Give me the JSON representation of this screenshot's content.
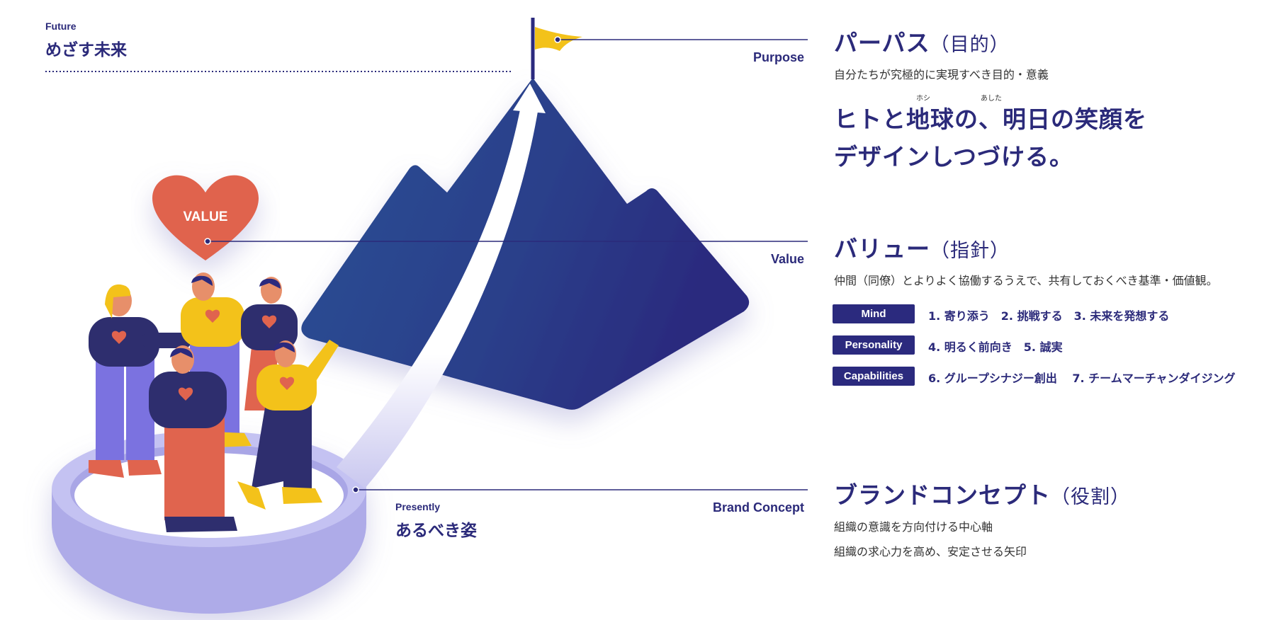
{
  "future": {
    "label_en": "Future",
    "label_jp": "めざす未来"
  },
  "presently": {
    "label_en": "Presently",
    "label_jp": "あるべき姿"
  },
  "heart_label": "VALUE",
  "purpose": {
    "pointer_label": "Purpose",
    "title": "パーパス",
    "title_paren": "（目的）",
    "description": "自分たちが究極的に実現すべき目的・意義",
    "ruby_1": "ホシ",
    "ruby_2": "あした",
    "statement_line1": "ヒトと地球の、明日の笑顔を",
    "statement_line2": "デザインしつづける。"
  },
  "value": {
    "pointer_label": "Value",
    "title": "バリュー",
    "title_paren": "（指針）",
    "description": "仲間（同僚）とよりよく協働するうえで、共有しておくべき基準・価値観。",
    "groups": [
      {
        "badge": "Mind",
        "items": "1. 寄り添う　2. 挑戦する　3. 未来を発想する"
      },
      {
        "badge": "Personality",
        "items": "4. 明るく前向き　5. 誠実"
      },
      {
        "badge": "Capabilities",
        "items": "6. グループシナジー創出　 7. チームマーチャンダイジング"
      }
    ]
  },
  "brand_concept": {
    "pointer_label": "Brand Concept",
    "title": "ブランドコンセプト",
    "title_paren": "（役割）",
    "line1": "組織の意識を方向付ける中心軸",
    "line2": "組織の求心力を高め、安定させる矢印"
  },
  "colors": {
    "navy": "#2b2a7e",
    "mountain": "#2c4c93",
    "flag": "#f3c21a",
    "heart": "#e0644e",
    "platform": "#b7b5ee"
  }
}
